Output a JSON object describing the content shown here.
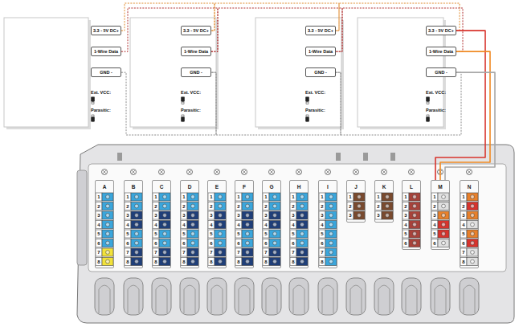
{
  "diagram": {
    "nodes": [
      {
        "text": [
          "3.3 - 5V DC+"
        ]
      },
      {
        "text": [
          "1-Wire Data"
        ]
      },
      {
        "text": [
          "GND -"
        ]
      },
      {
        "text": [
          "3.3 - 5V DC+"
        ]
      },
      {
        "text": [
          "1-Wire Data"
        ]
      },
      {
        "text": [
          "GND -"
        ]
      },
      {
        "text": [
          "3.3 - 5V DC+"
        ]
      },
      {
        "text": [
          "1-Wire Data"
        ]
      },
      {
        "text": [
          "GND -"
        ]
      },
      {
        "text": [
          "3.3 - 5V DC+"
        ]
      },
      {
        "text": [
          "1-Wire Data"
        ]
      },
      {
        "text": [
          "GND -"
        ]
      },
      {
        "text": [
          "A"
        ]
      },
      {
        "text": [
          "B"
        ]
      },
      {
        "text": [
          "C"
        ]
      },
      {
        "text": [
          "D"
        ]
      },
      {
        "text": [
          "E"
        ]
      },
      {
        "text": [
          "F"
        ]
      },
      {
        "text": [
          "G"
        ]
      },
      {
        "text": [
          "H"
        ]
      },
      {
        "text": [
          "I"
        ]
      },
      {
        "text": [
          "J"
        ]
      },
      {
        "text": [
          "K"
        ]
      },
      {
        "text": [
          "L"
        ]
      },
      {
        "text": [
          "M"
        ]
      },
      {
        "text": [
          "N"
        ]
      }
    ],
    "edges": [
      {
        "from": 0,
        "to": 3,
        "arrow": "none"
      },
      {
        "from": 1,
        "to": 4,
        "arrow": "none"
      },
      {
        "from": 2,
        "to": 5,
        "arrow": "none"
      },
      {
        "from": 3,
        "to": 6,
        "arrow": "none"
      },
      {
        "from": 4,
        "to": 7,
        "arrow": "none"
      },
      {
        "from": 5,
        "to": 8,
        "arrow": "none"
      },
      {
        "from": 6,
        "to": 9,
        "arrow": "none"
      },
      {
        "from": 7,
        "to": 10,
        "arrow": "none"
      },
      {
        "from": 8,
        "to": 11,
        "arrow": "none"
      },
      {
        "from": 9,
        "to": 24,
        "arrow": "none"
      },
      {
        "from": 10,
        "to": 24,
        "arrow": "none"
      },
      {
        "from": 11,
        "to": 24,
        "arrow": "none"
      }
    ],
    "labels": [
      "Ext. VCC:",
      "Parasitic:",
      "Ext. VCC:",
      "Parasitic:",
      "Ext. VCC:",
      "Parasitic:",
      "Ext. VCC:",
      "Parasitic:",
      "1",
      "2",
      "3",
      "4",
      "5",
      "6",
      "7",
      "8",
      "1",
      "2",
      "3",
      "4",
      "5",
      "6",
      "7",
      "8",
      "1",
      "2",
      "3",
      "4",
      "5",
      "6",
      "7",
      "8",
      "1",
      "2",
      "3",
      "4",
      "5",
      "6",
      "7",
      "8",
      "1",
      "2",
      "3",
      "4",
      "5",
      "6",
      "7",
      "8",
      "1",
      "2",
      "3",
      "4",
      "5",
      "6",
      "7",
      "8",
      "1",
      "2",
      "3",
      "4",
      "5",
      "6",
      "7",
      "8",
      "1",
      "2",
      "3",
      "4",
      "5",
      "6",
      "7",
      "8",
      "1",
      "2",
      "3",
      "4",
      "5",
      "6",
      "7",
      "8",
      "1",
      "2",
      "3",
      "1",
      "2",
      "3",
      "1",
      "2",
      "3",
      "4",
      "5",
      "6",
      "1",
      "2",
      "3",
      "4",
      "5",
      "6",
      "1",
      "2",
      "3",
      "4",
      "5",
      "6",
      "7",
      "8"
    ]
  }
}
